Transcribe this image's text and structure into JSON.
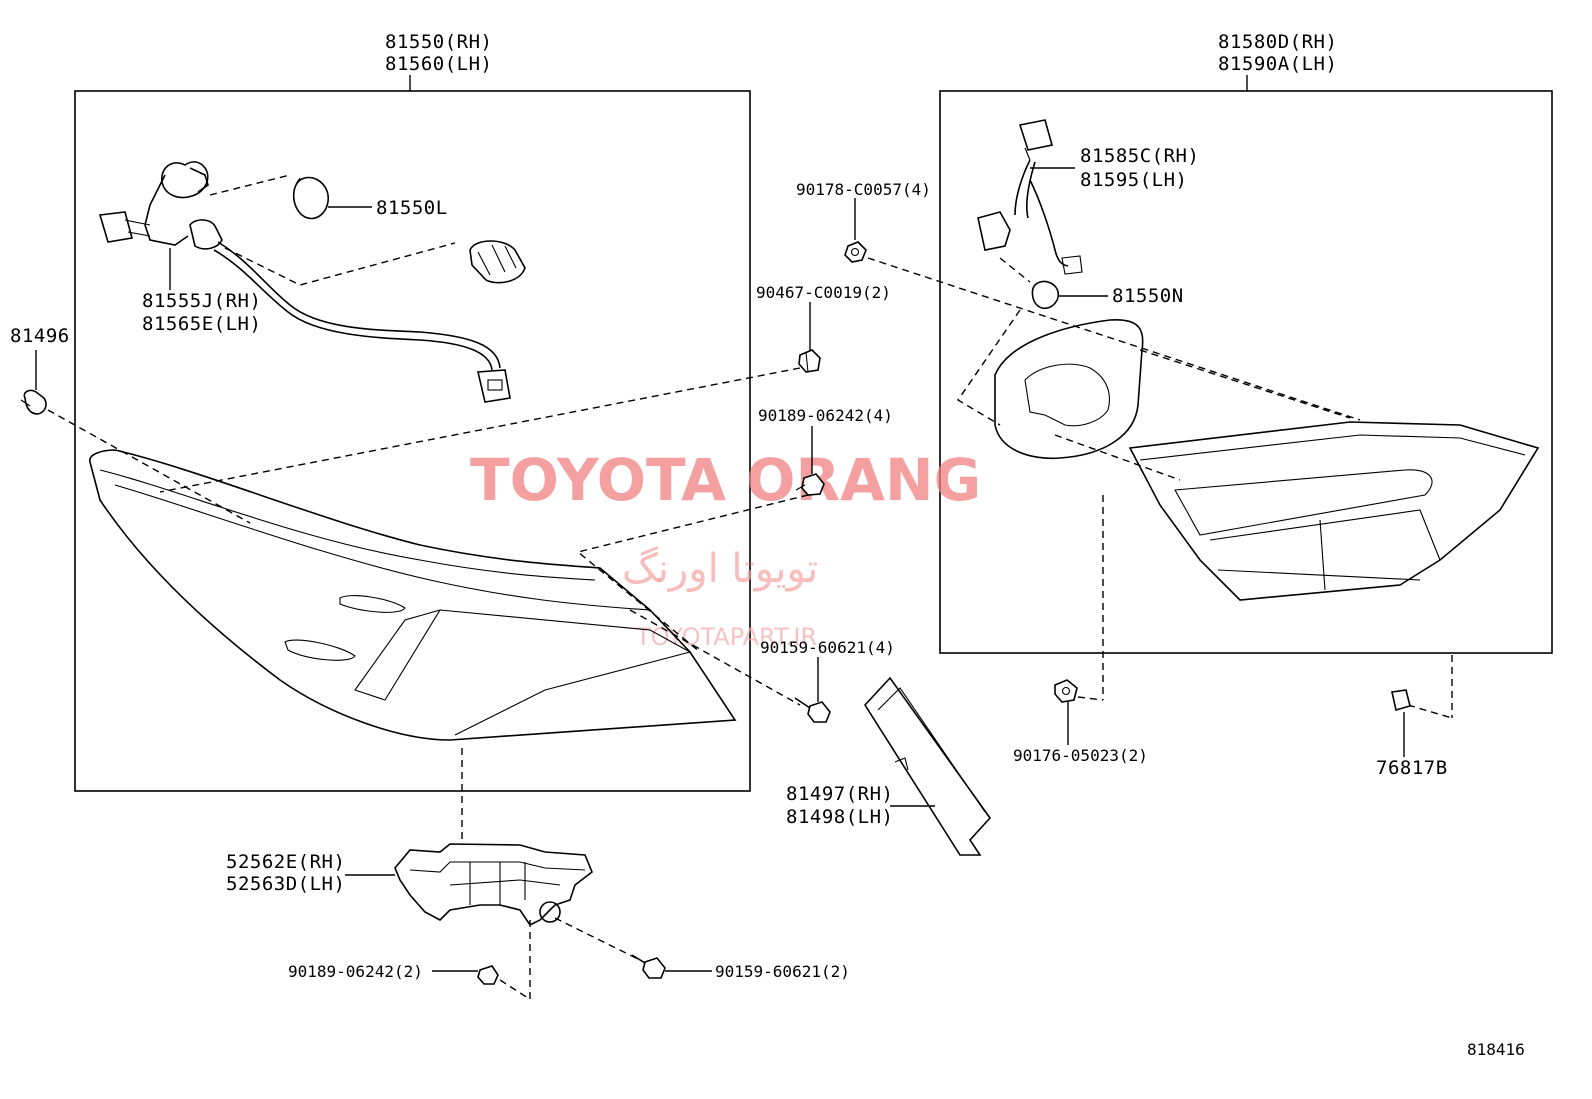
{
  "labels": {
    "rear_combo_rh": "81550(RH)",
    "rear_combo_lh": "81560(LH)",
    "bulb_81550L": "81550L",
    "socket_rh": "81555J(RH)",
    "socket_lh": "81565E(LH)",
    "p81496": "81496",
    "inner_lamp_rh": "81580D(RH)",
    "inner_lamp_lh": "81590A(LH)",
    "inner_socket_rh": "81585C(RH)",
    "inner_socket_lh": "81595(LH)",
    "bulb_81550N": "81550N",
    "nut_90178": "90178-C0057(4)",
    "nut_90467": "90467-C0019(2)",
    "screw_90189_4": "90189-06242(4)",
    "bolt_90159_4": "90159-60621(4)",
    "nut_90176": "90176-05023(2)",
    "clip_76817B": "76817B",
    "cover_rh": "81497(RH)",
    "cover_lh": "81498(LH)",
    "bracket_rh": "52562E(RH)",
    "bracket_lh": "52563D(LH)",
    "screw_90189_2": "90189-06242(2)",
    "bolt_90159_2": "90159-60621(2)",
    "diagram_no": "818416"
  },
  "watermark": {
    "title": "TOYOTA ORANG",
    "persian": "تویوتا اورنگ",
    "url": "TOYOTAPART.IR"
  },
  "colors": {
    "line": "#000000",
    "watermark": "#f08080"
  }
}
